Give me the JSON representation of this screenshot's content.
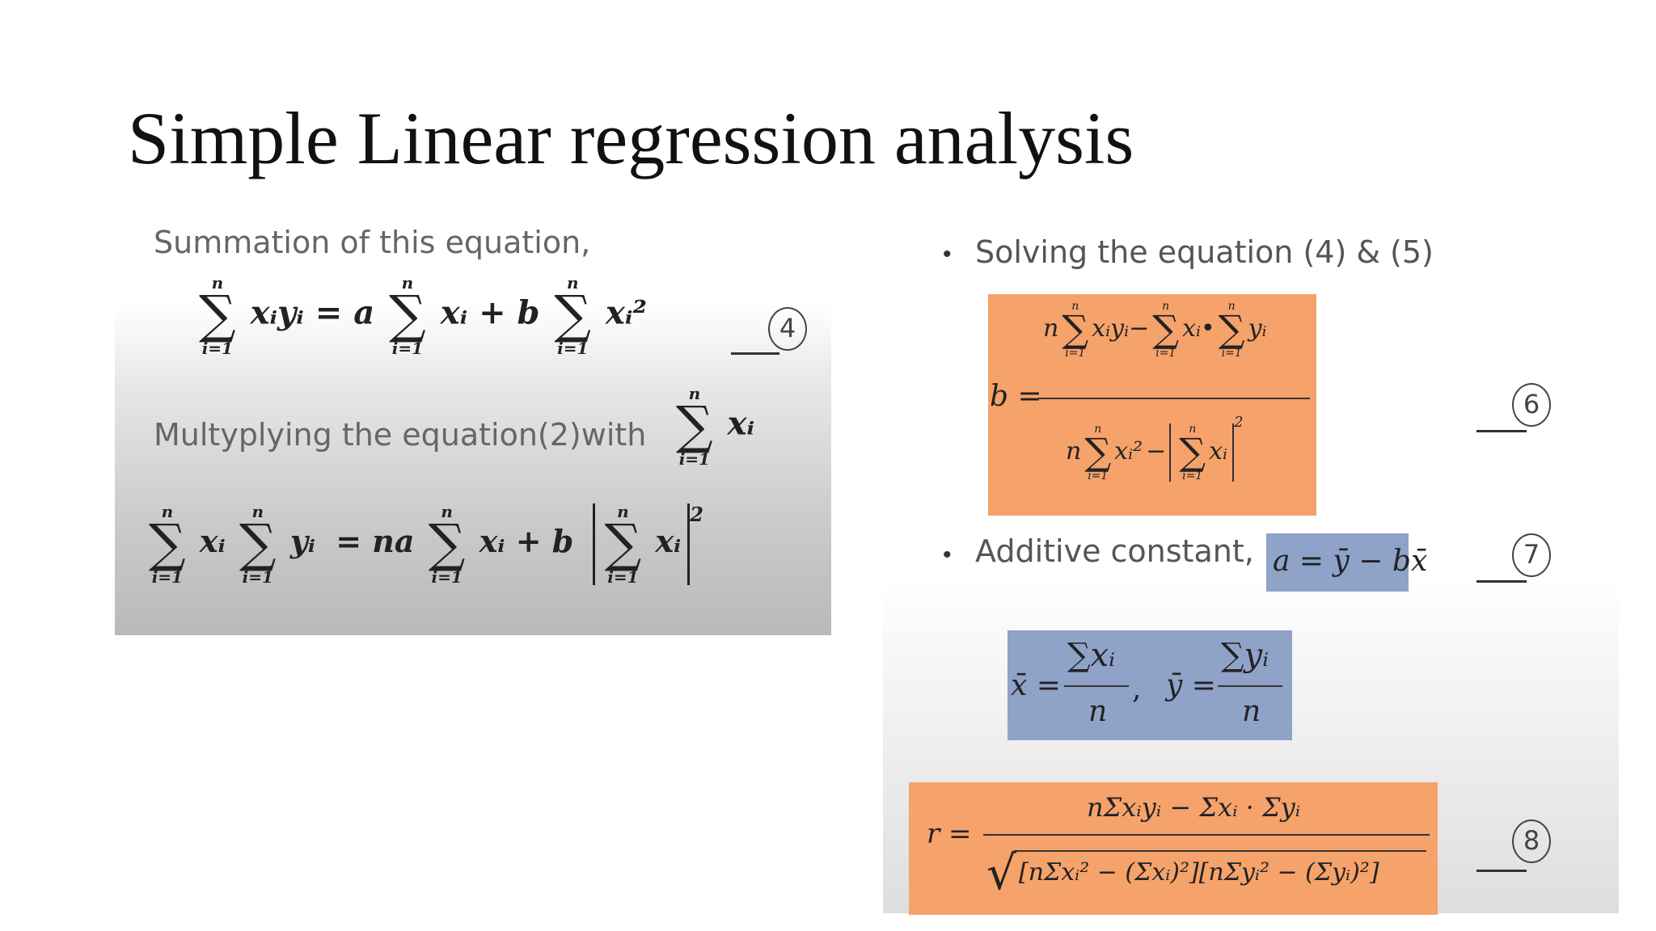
{
  "slide": {
    "title": "Simple Linear regression analysis"
  },
  "left": {
    "intro_text": "Summation of this equation,",
    "eq4": {
      "upper": "n",
      "lower": "i=1",
      "term1": "xᵢyᵢ",
      "eq_a": "= a",
      "term2": "xᵢ + b",
      "term3": "xᵢ²"
    },
    "multiply_text": "Multyplying the equation(2)with",
    "multiply_term": "xᵢ",
    "eq5": {
      "t1": "xᵢ",
      "t2": "yᵢ",
      "eq_na": "= na",
      "t3": "xᵢ + b",
      "t4": "xᵢ",
      "power": "2"
    },
    "label4": "4"
  },
  "right": {
    "solving_text": "Solving the equation (4) & (5)",
    "b_formula": {
      "lhs": "b =",
      "num_n": "n",
      "num_t1": "xᵢyᵢ",
      "num_minus": "−",
      "num_t2": "xᵢ•",
      "num_t3": "yᵢ",
      "den_n": "n",
      "den_t1": "xᵢ²",
      "den_minus": "−",
      "den_t2": "xᵢ",
      "den_pow": "2",
      "upper": "n",
      "lower": "i=1"
    },
    "label6": "6",
    "additive_text": "Additive constant,",
    "a_formula": "a = ȳ − bx̄",
    "label7": "7",
    "means": {
      "xbar": "x̄ =",
      "x_num": "∑xᵢ",
      "x_den": "n",
      "sep": ",",
      "ybar": "ȳ =",
      "y_num": "∑yᵢ",
      "y_den": "n"
    },
    "r_formula": {
      "lhs": "r =",
      "numerator": "nΣxᵢyᵢ − Σxᵢ · Σyᵢ",
      "denominator": "[nΣxᵢ² − (Σxᵢ)²][nΣyᵢ² − (Σyᵢ)²]"
    },
    "label8": "8"
  },
  "colors": {
    "orange_box": "#f5a26b",
    "blue_box": "#8fa3c8"
  }
}
